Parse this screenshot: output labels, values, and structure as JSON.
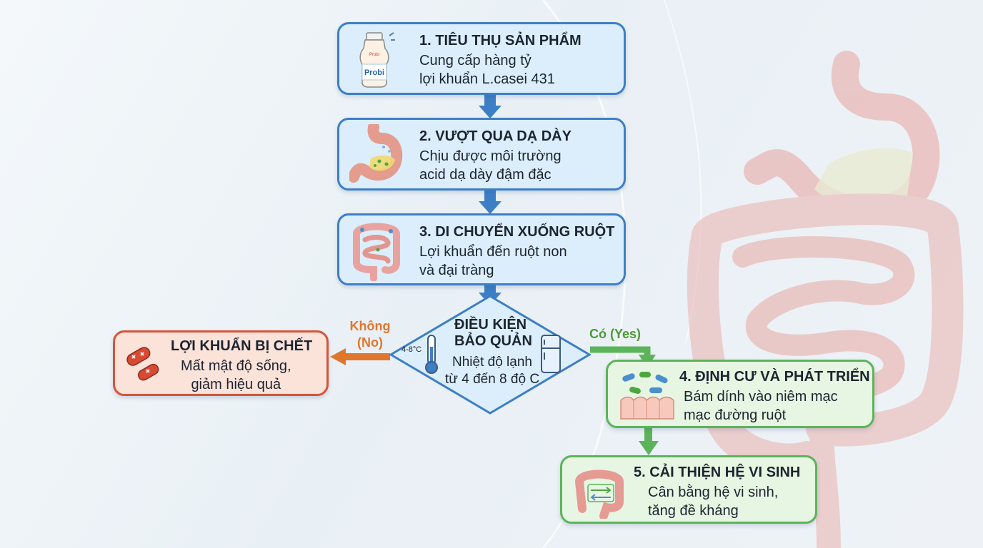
{
  "colors": {
    "step_blue": "#3d7fc5",
    "step_green": "#5cb45a",
    "step_red": "#d4563a",
    "no_label": "#e0772e",
    "yes_label": "#4c9a36"
  },
  "steps": [
    {
      "title": "1. TIÊU THỤ SẢN PHẨM",
      "lines": [
        "Cung cấp hàng tỷ",
        "lợi khuẩn L.casei 431"
      ],
      "icon": "yogurt-bottle-icon",
      "icon_text": [
        "Probi",
        "Probi"
      ]
    },
    {
      "title": "2. VƯỢT QUA DẠ DÀY",
      "lines": [
        "Chịu được môi trường",
        "acid dạ dày đậm đặc"
      ],
      "icon": "stomach-icon"
    },
    {
      "title": "3. DI CHUYỂN XUỐNG RUỘT",
      "lines": [
        "Lợi khuẩn đến ruột non",
        "và đại tràng"
      ],
      "icon": "intestine-icon"
    },
    {
      "title": "4. ĐỊNH CƯ VÀ PHÁT TRIỂN",
      "lines": [
        "Bám dính vào niêm mạc",
        "mạc đường ruột"
      ],
      "icon": "bacteria-colonization-icon"
    },
    {
      "title": "5. CẢI THIỆN HỆ VI SINH",
      "lines": [
        "Cân bằng hệ vi sinh,",
        "tăng đề kháng"
      ],
      "icon": "colon-balance-icon"
    }
  ],
  "decision": {
    "title_lines": [
      "ĐIỀU KIỆN",
      "BẢO QUẢN"
    ],
    "lines": [
      "Nhiệt độ lạnh",
      "từ 4 đến 8 độ C"
    ],
    "thermo_label": "4-8°C"
  },
  "fail": {
    "title": "LỢI KHUẨN BỊ CHẾT",
    "lines": [
      "Mất mật độ sống,",
      "giảm hiệu quả"
    ],
    "icon": "dead-bacteria-icon"
  },
  "branch_no": [
    "Không",
    "(No)"
  ],
  "branch_yes": "Có (Yes)"
}
